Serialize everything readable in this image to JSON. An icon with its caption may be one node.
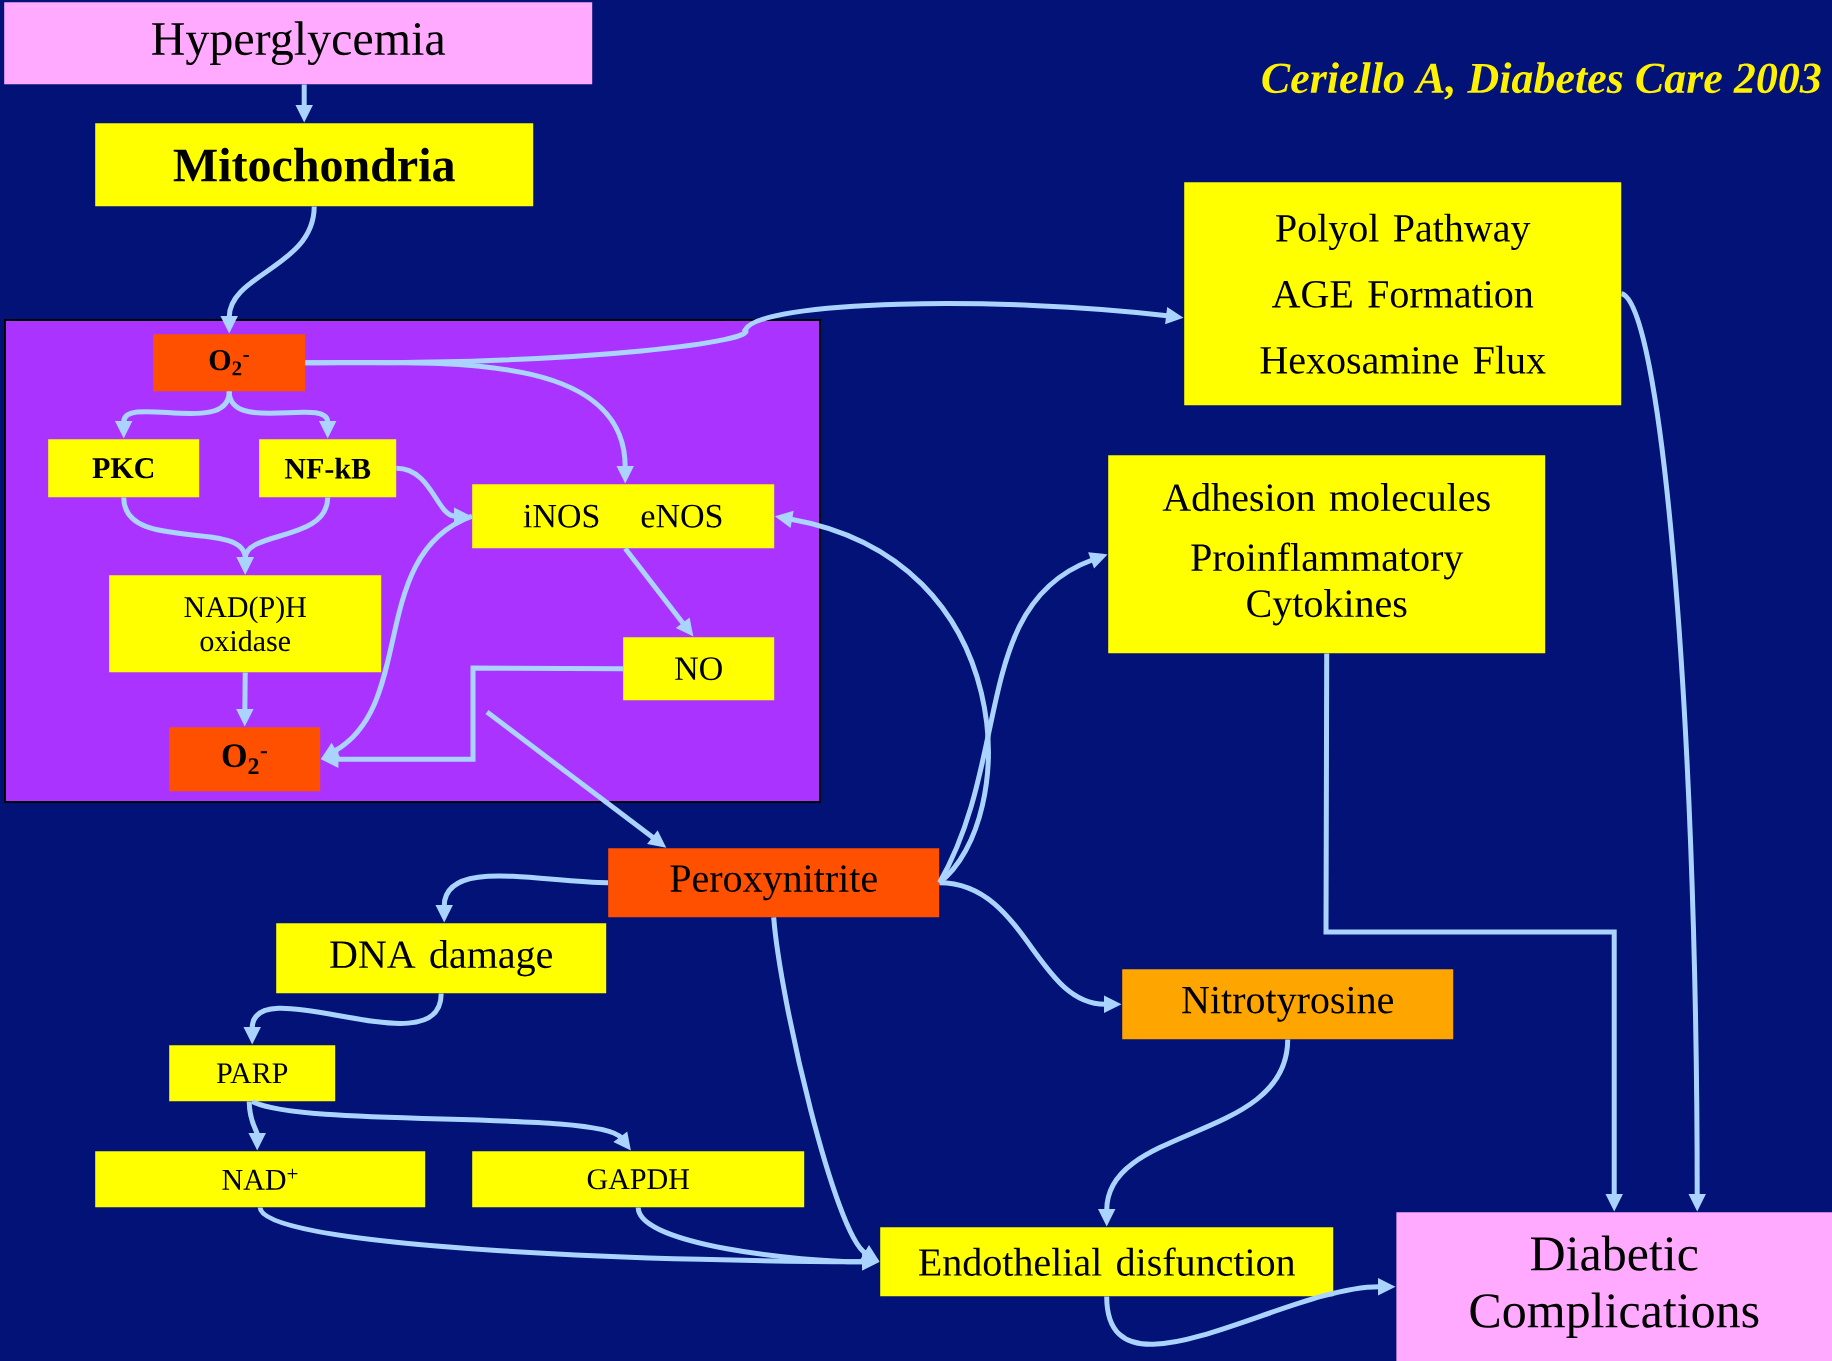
{
  "diagram": {
    "nodes": [
      {
        "text": [
          "Hyperglycemia"
        ]
      },
      {
        "text": [
          "Mitochondria"
        ]
      },
      {
        "text": [],
        "shape": "box"
      },
      {
        "text": [
          "O$_{2}$$^{-}$"
        ],
        "in": 2
      },
      {
        "text": [
          "PKC"
        ],
        "in": 2
      },
      {
        "text": [
          "NF-kB"
        ],
        "in": 2
      },
      {
        "text": [
          "iNOS",
          "eNOS"
        ],
        "in": 2
      },
      {
        "text": [
          "NAD(P)H oxidase"
        ],
        "in": 2
      },
      {
        "text": [
          "NO"
        ],
        "in": 2
      },
      {
        "text": [
          "O$_{2}$$^{-}$"
        ],
        "in": 2
      },
      {
        "text": [
          "Polyol Pathway",
          "AGE Formation",
          "Hexosamine Flux"
        ]
      },
      {
        "text": [
          "Adhesion molecules",
          "Proinflammatory Cytokines"
        ]
      },
      {
        "text": [
          "Peroxynitrite"
        ]
      },
      {
        "text": [
          "DNA damage"
        ]
      },
      {
        "text": [
          "Nitrotyrosine"
        ]
      },
      {
        "text": [
          "PARP"
        ]
      },
      {
        "text": [
          "NAD$^{+}$"
        ]
      },
      {
        "text": [
          "GAPDH"
        ]
      },
      {
        "text": [
          "Endothelial disfunction"
        ]
      },
      {
        "text": [
          "Diabetic Complications"
        ]
      }
    ],
    "edges": [
      {
        "from": 0,
        "to": 1,
        "arrow": "to"
      },
      {
        "from": 1,
        "to": 3,
        "arrow": "to"
      },
      {
        "from": 3,
        "to": 10,
        "arrow": "to"
      },
      {
        "from": 3,
        "to": 4,
        "arrow": "to"
      },
      {
        "from": 3,
        "to": 5,
        "arrow": "to"
      },
      {
        "from": 3,
        "to": 6,
        "arrow": "to"
      },
      {
        "from": 5,
        "to": 6,
        "arrow": "to"
      },
      {
        "from": 4,
        "to": 7,
        "arrow": "to"
      },
      {
        "from": 5,
        "to": 7,
        "arrow": "to"
      },
      {
        "from": 6,
        "to": 8,
        "arrow": "to"
      },
      {
        "from": 8,
        "to": 9,
        "arrow": "to"
      },
      {
        "from": 6,
        "to": 9,
        "arrow": "to"
      },
      {
        "from": 7,
        "to": 9,
        "arrow": "to"
      },
      {
        "from": null,
        "to": 12,
        "arrow": "to"
      },
      {
        "from": 12,
        "to": 6,
        "arrow": "to"
      },
      {
        "from": 12,
        "to": 11,
        "arrow": "to"
      },
      {
        "from": 12,
        "to": 14,
        "arrow": "to"
      },
      {
        "from": 12,
        "to": 13,
        "arrow": "to"
      },
      {
        "from": 12,
        "to": 18,
        "arrow": "to"
      },
      {
        "from": 13,
        "to": 15,
        "arrow": "to"
      },
      {
        "from": 15,
        "to": 16,
        "arrow": "to"
      },
      {
        "from": 15,
        "to": 17,
        "arrow": "to"
      },
      {
        "from": 16,
        "to": 18,
        "arrow": "to"
      },
      {
        "from": 17,
        "to": 18,
        "arrow": "to"
      },
      {
        "from": 14,
        "to": 18,
        "arrow": "to"
      },
      {
        "from": 18,
        "to": 19,
        "arrow": "to"
      },
      {
        "from": 11,
        "to": 19,
        "arrow": "to"
      },
      {
        "from": 10,
        "to": 19,
        "arrow": "to"
      }
    ],
    "labels": [
      "Ceriello A, Diabetes Care 2003"
    ]
  }
}
